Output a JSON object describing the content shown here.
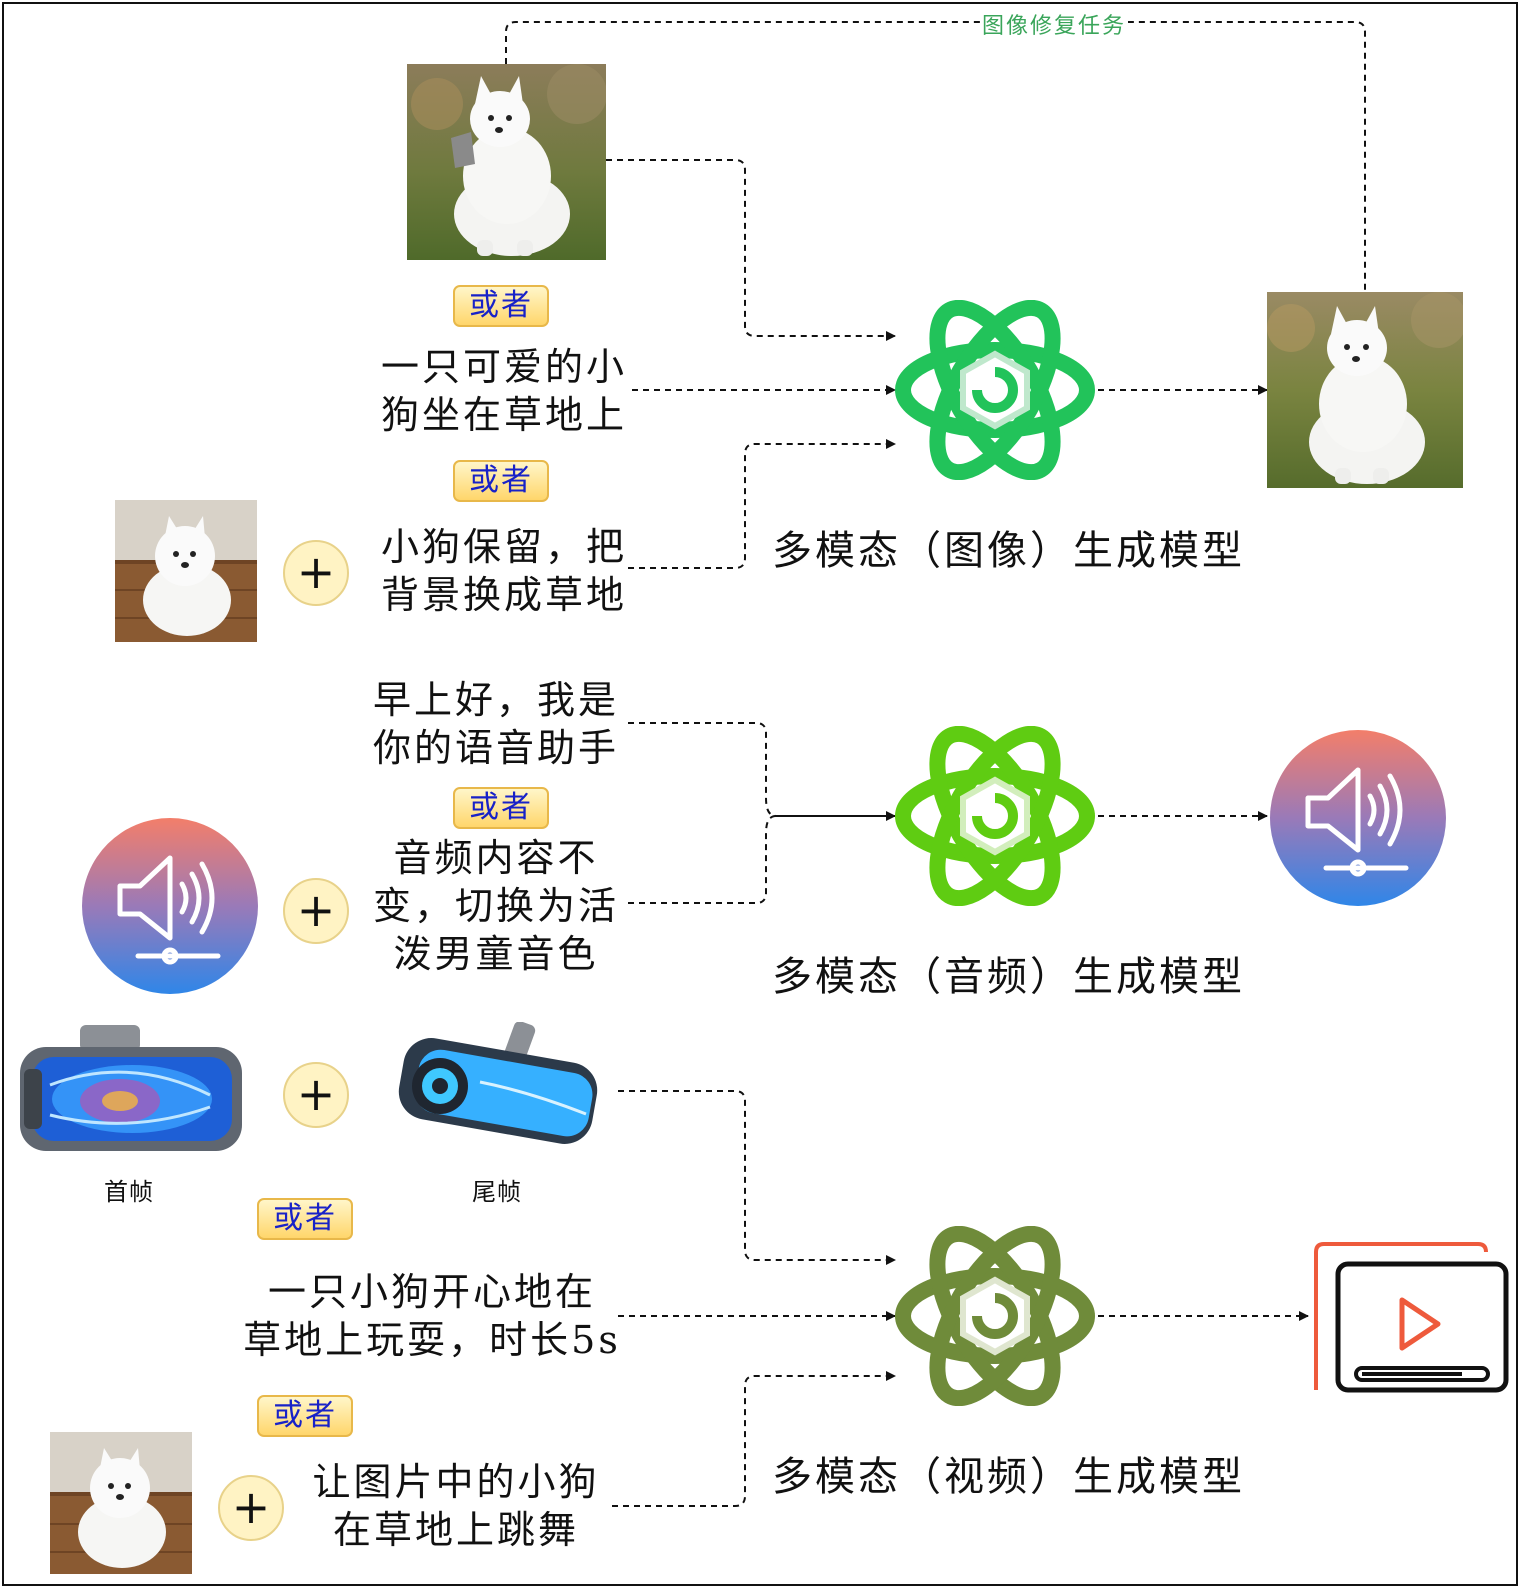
{
  "task_label": "图像修复任务",
  "huozhe": "或者",
  "image_section": {
    "prompt_text": "一只可爱的小\n狗坐在草地上",
    "edit_text": "小狗保留，把\n背景换成草地",
    "model_label": "多模态（图像）生成模型"
  },
  "audio_section": {
    "prompt_text": "早上好，我是\n你的语音助手",
    "edit_text": "音频内容不\n变，切换为活\n泼男童音色",
    "model_label": "多模态（音频）生成模型"
  },
  "video_section": {
    "first_frame": "首帧",
    "last_frame": "尾帧",
    "prompt_text": "一只小狗开心地在\n草地上玩耍，时长5s",
    "edit_text": "让图片中的小狗\n在草地上跳舞",
    "model_label": "多模态（视频）生成模型"
  },
  "plus_symbol": "+",
  "colors": {
    "image_model": "#22c35a",
    "audio_model": "#5fcc12",
    "video_model": "#6f8b3a",
    "task_label": "#3aa55a",
    "huozhe_text": "#1822c8",
    "video_icon_accent": "#ee5a3c"
  },
  "icons": [
    "atom-model-icon",
    "speaker-icon",
    "video-play-icon",
    "plus-icon"
  ]
}
